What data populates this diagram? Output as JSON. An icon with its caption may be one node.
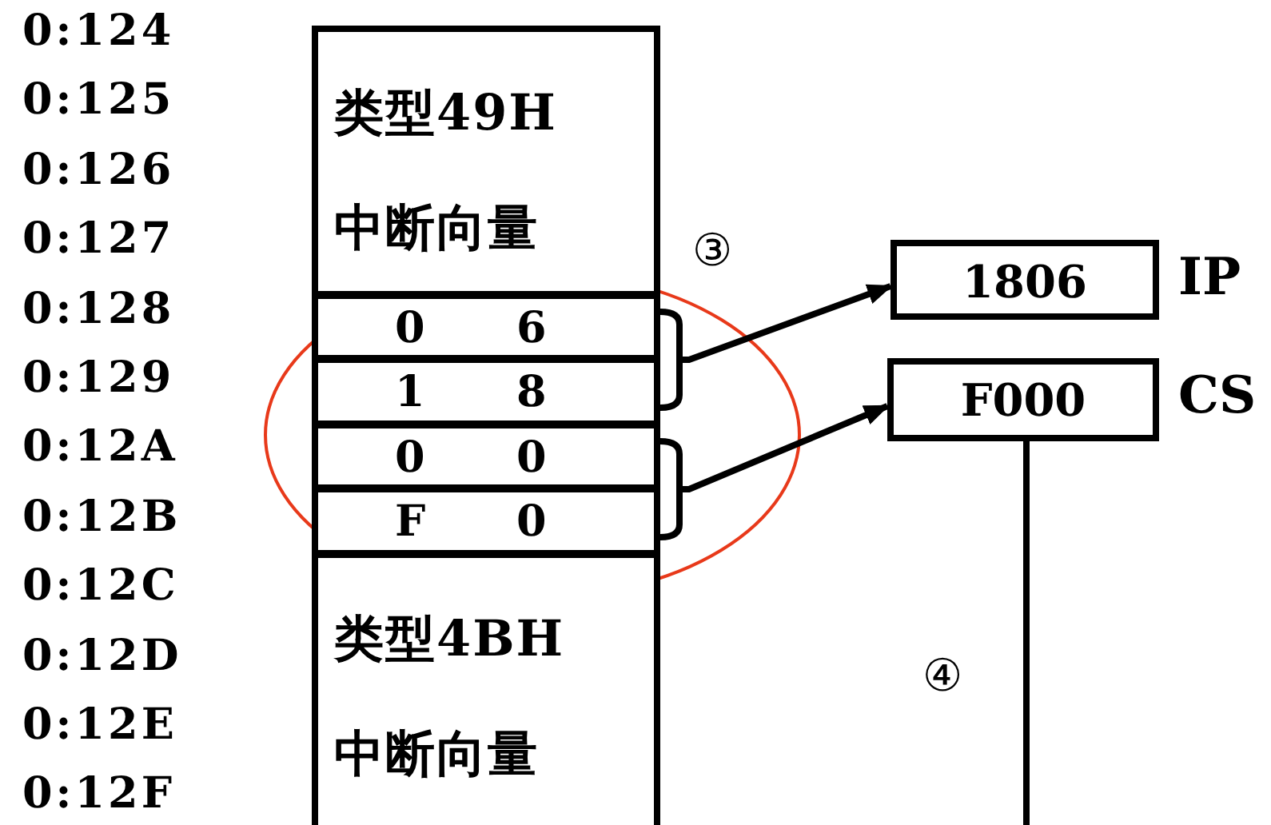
{
  "diagram": {
    "nodes": [
      {
        "text": [
          "类型49H",
          "中断向量"
        ]
      },
      {
        "text": [
          "0",
          "6"
        ]
      },
      {
        "text": [
          "1",
          "8"
        ]
      },
      {
        "text": [
          "0",
          "0"
        ]
      },
      {
        "text": [
          "F",
          "0"
        ]
      },
      {
        "text": [
          "类型4BH",
          "中断向量"
        ]
      },
      {
        "text": [
          "1806"
        ],
        "beside": [
          "IP"
        ]
      },
      {
        "text": [
          "F000"
        ],
        "beside": [
          "CS"
        ]
      }
    ],
    "edges": [
      {
        "from": 1,
        "to": 6,
        "arrow": "to"
      },
      {
        "from": 2,
        "to": 6,
        "arrow": "to"
      },
      {
        "from": 3,
        "to": 7,
        "arrow": "to"
      },
      {
        "from": 4,
        "to": 7,
        "arrow": "to"
      },
      {
        "from": 7,
        "to": null,
        "arrow": "none"
      }
    ],
    "labels": [
      "0:124",
      "0:125",
      "0:126",
      "0:127",
      "0:128",
      "0:129",
      "0:12A",
      "0:12B",
      "0:12C",
      "0:12D",
      "0:12E",
      "0:12F",
      "③",
      "④"
    ]
  }
}
